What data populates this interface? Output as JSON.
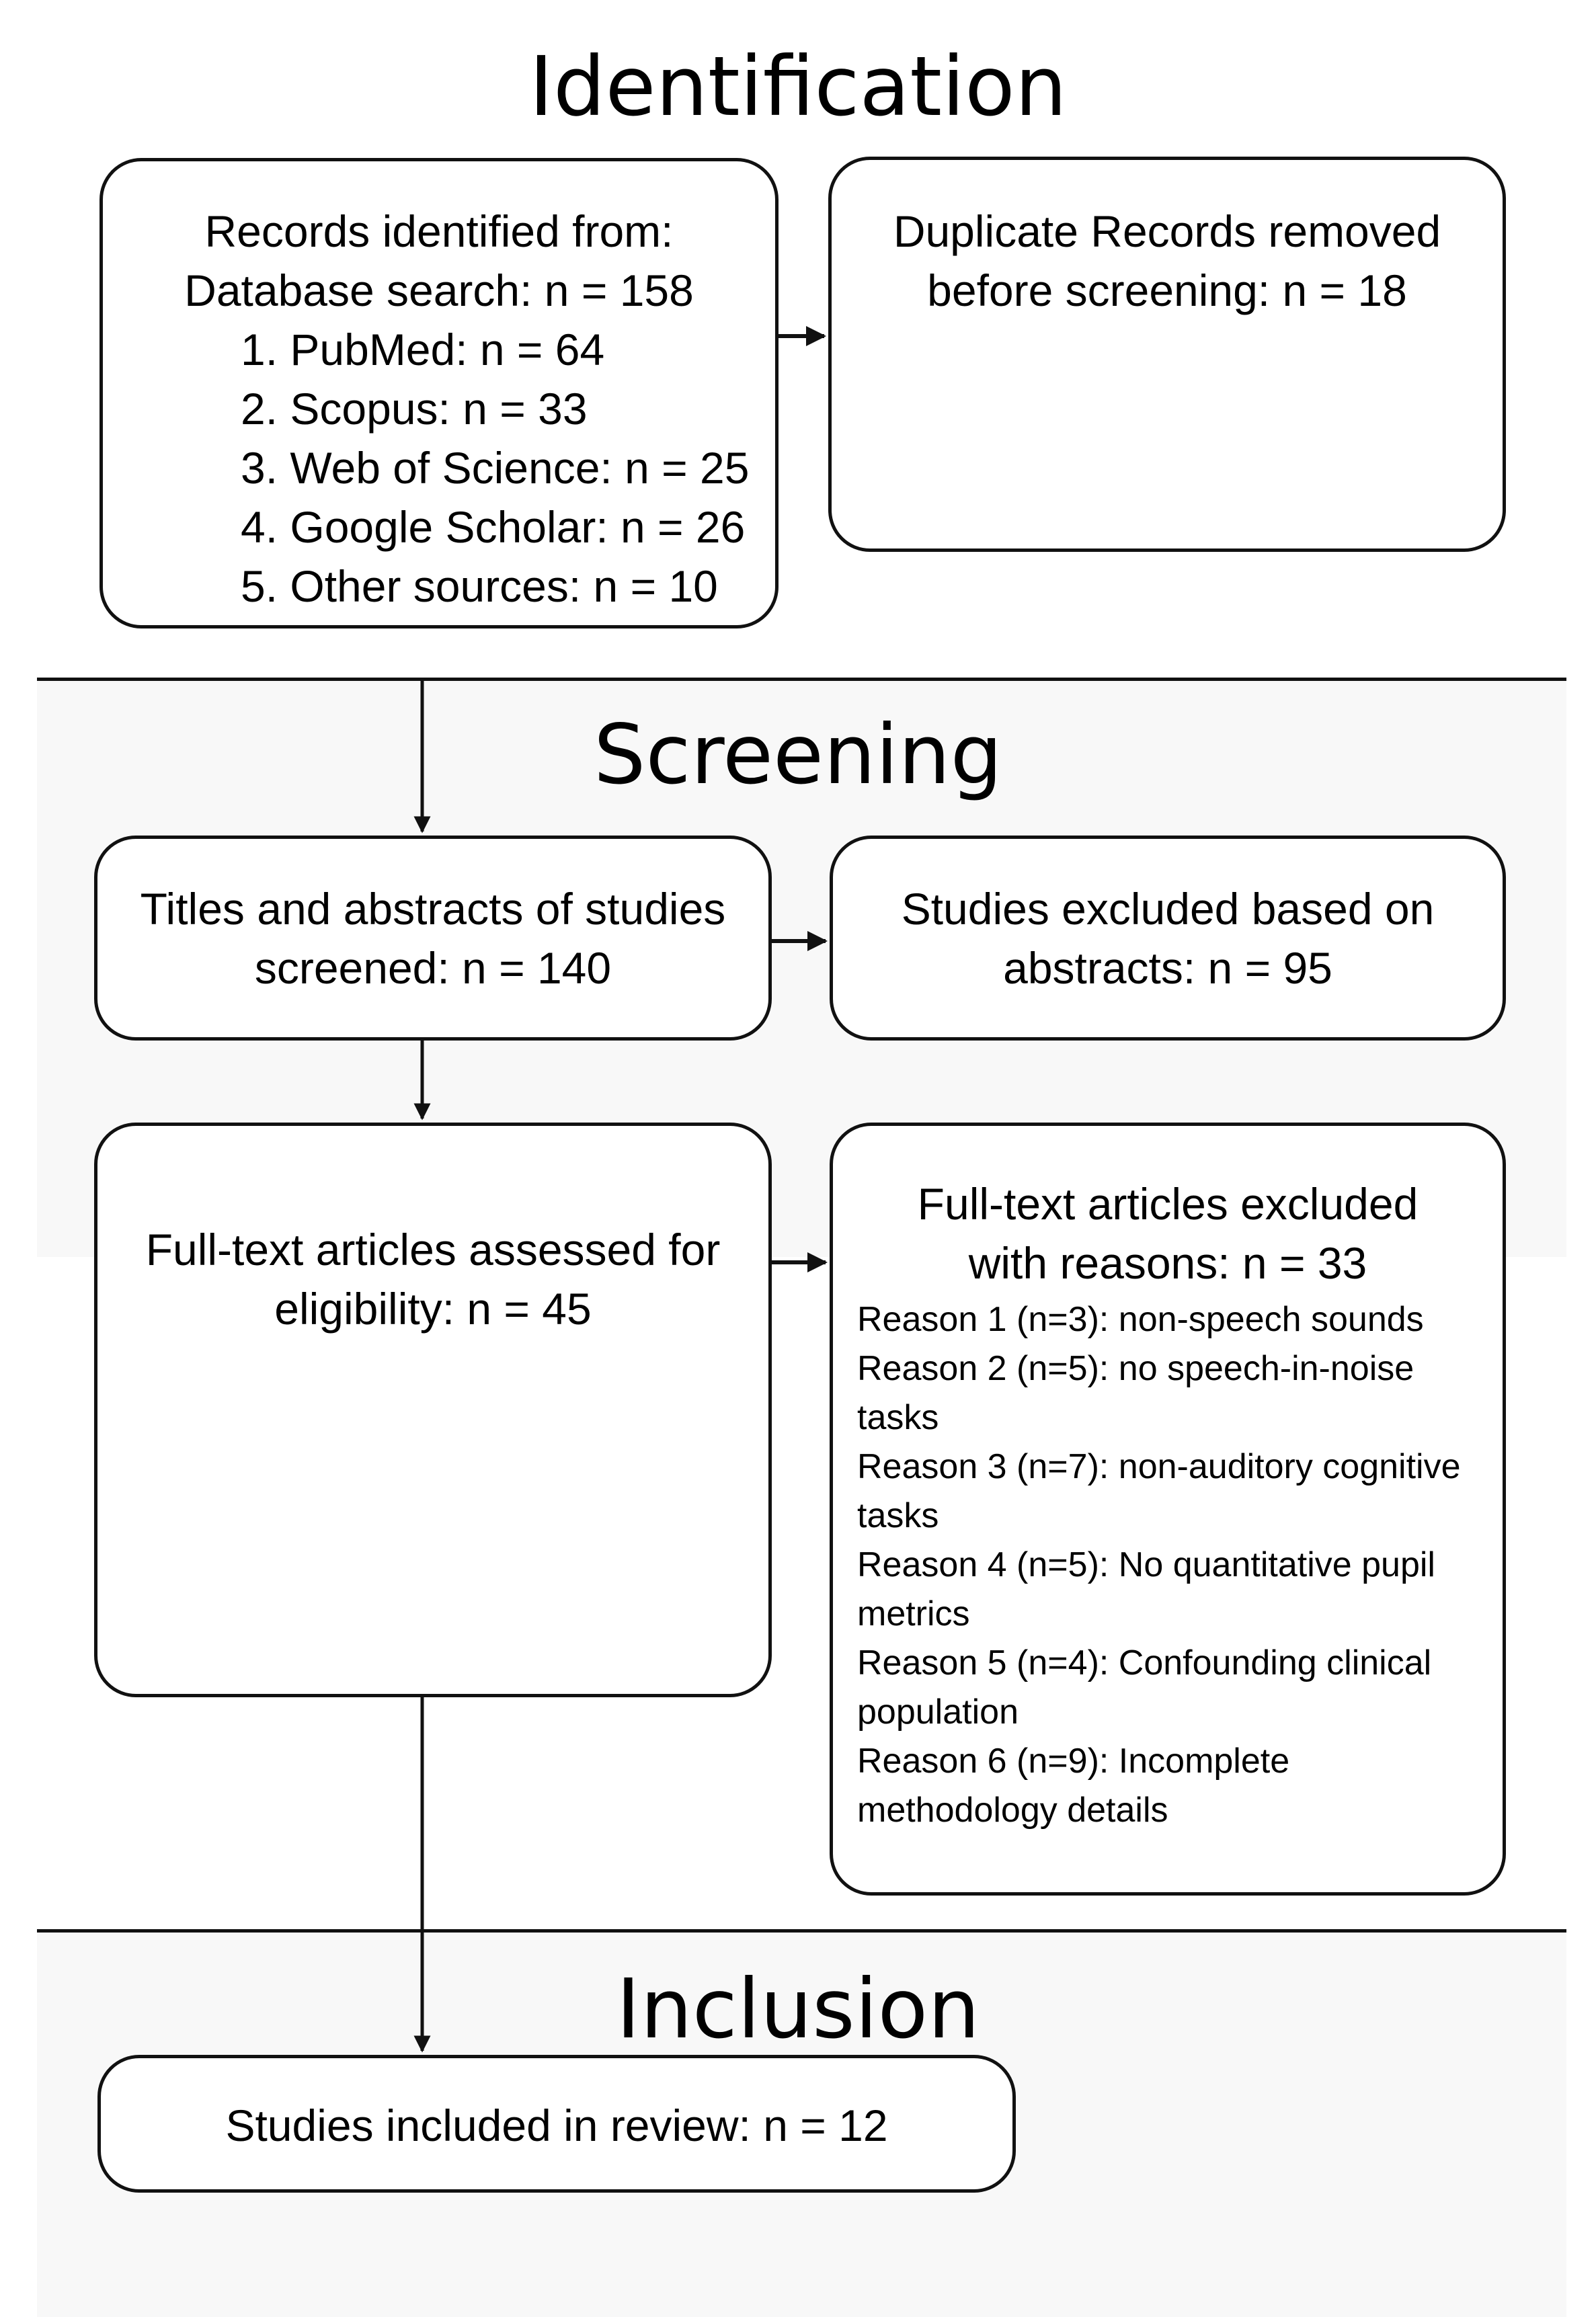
{
  "sections": {
    "identification": "Identification",
    "screening": "Screening",
    "inclusion": "Inclusion"
  },
  "records": {
    "line1": "Records identified from:",
    "line2": "Database search: n = 158",
    "items": [
      "1. PubMed: n = 64",
      "2. Scopus: n = 33",
      "3. Web of Science: n = 25",
      "4. Google Scholar: n = 26",
      "5. Other sources: n = 10"
    ]
  },
  "duplicates": {
    "line1": "Duplicate Records removed",
    "line2": "before screening: n = 18"
  },
  "screened": {
    "line1": "Titles and abstracts of studies",
    "line2": "screened: n = 140"
  },
  "excluded_abstracts": {
    "line1": "Studies excluded based on",
    "line2": "abstracts: n = 95"
  },
  "fulltext": {
    "line1": "Full-text articles assessed for",
    "line2": "eligibility: n = 45"
  },
  "excluded_fulltext": {
    "line1": "Full-text articles excluded",
    "line2": "with reasons: n = 33",
    "reasons": [
      "Reason 1 (n=3): non-speech sounds",
      "Reason 2 (n=5): no speech-in-noise",
      "tasks",
      "Reason 3 (n=7): non-auditory cognitive",
      "tasks",
      "Reason 4 (n=5): No quantitative pupil",
      "metrics",
      "Reason 5 (n=4): Confounding clinical",
      "population",
      "Reason 6 (n=9): Incomplete",
      "methodology details"
    ]
  },
  "included": {
    "line1": "Studies included in review: n = 12"
  }
}
